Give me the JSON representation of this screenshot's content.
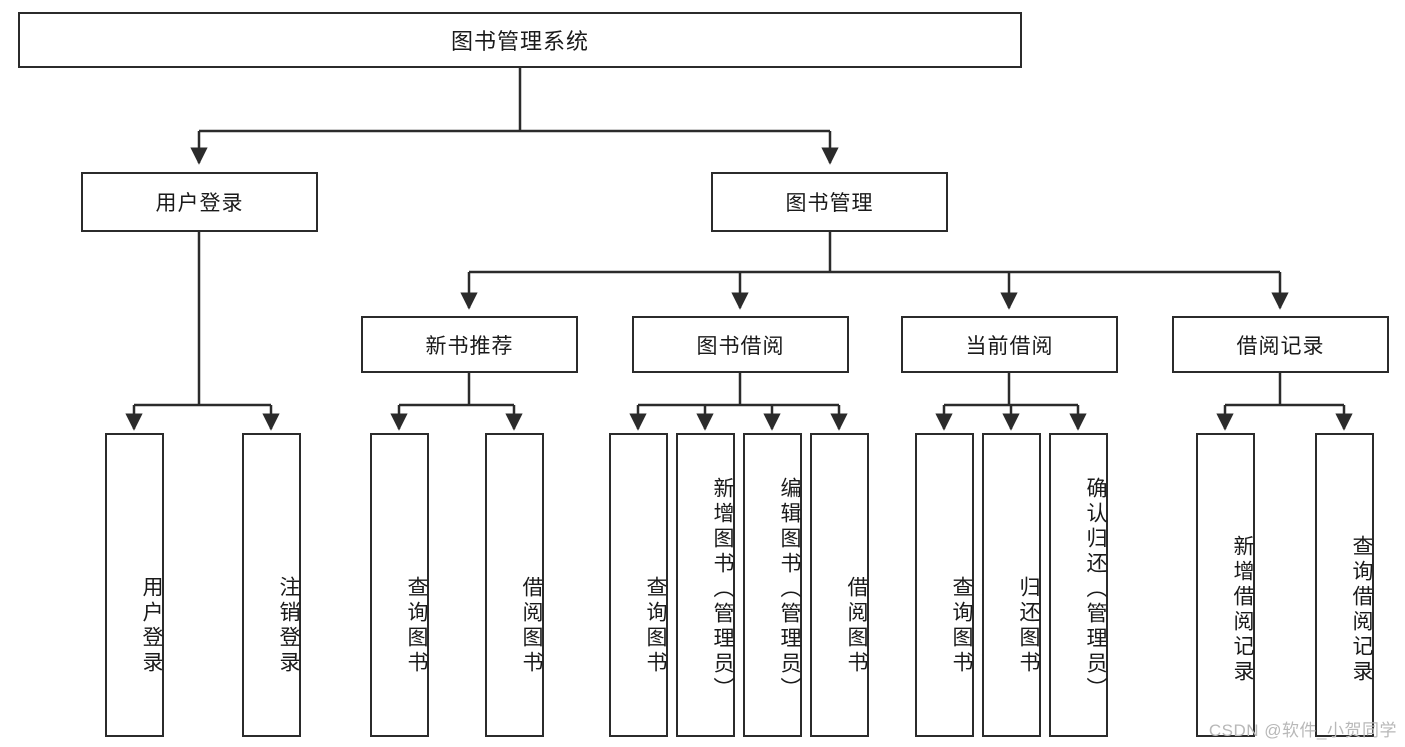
{
  "diagram": {
    "title": "图书管理系统",
    "type": "tree-hierarchy",
    "root": {
      "label": "图书管理系统"
    },
    "level2": [
      {
        "label": "用户登录"
      },
      {
        "label": "图书管理"
      }
    ],
    "level3": [
      {
        "label": "新书推荐"
      },
      {
        "label": "图书借阅"
      },
      {
        "label": "当前借阅"
      },
      {
        "label": "借阅记录"
      }
    ],
    "leaves_user_login": [
      {
        "label": "用户登录"
      },
      {
        "label": "注销登录"
      }
    ],
    "leaves_new_book": [
      {
        "label": "查询图书"
      },
      {
        "label": "借阅图书"
      }
    ],
    "leaves_borrow": [
      {
        "label": "查询图书"
      },
      {
        "label": "新增图书（管理员）"
      },
      {
        "label": "编辑图书（管理员）"
      },
      {
        "label": "借阅图书"
      }
    ],
    "leaves_current": [
      {
        "label": "查询图书"
      },
      {
        "label": "归还图书"
      },
      {
        "label": "确认归还（管理员）"
      }
    ],
    "leaves_record": [
      {
        "label": "新增借阅记录"
      },
      {
        "label": "查询借阅记录"
      }
    ]
  },
  "watermark": {
    "text": "CSDN @软件_小贺同学"
  },
  "colors": {
    "stroke": "#2b2b2b",
    "fill": "#ffffff",
    "text": "#1a1a1a",
    "watermark": "#b8b8b8"
  }
}
